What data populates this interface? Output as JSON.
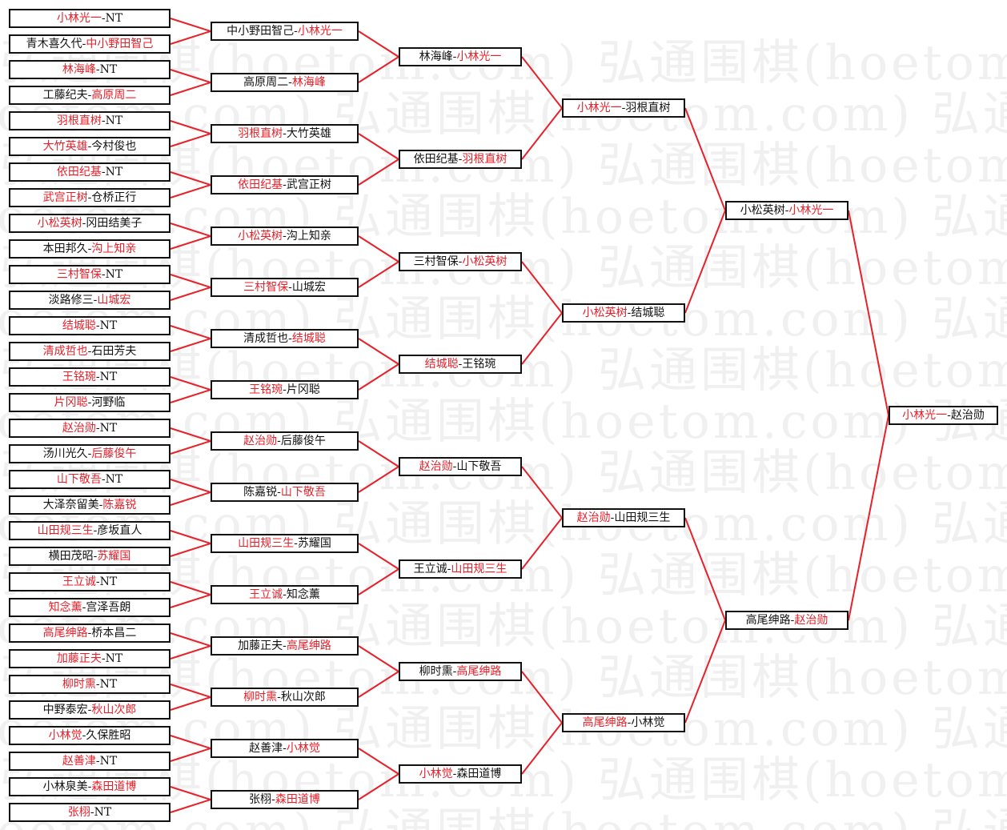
{
  "watermark": "弘通围棋(hoetom.com)",
  "colors": {
    "winner": "#e8202a",
    "line": "#e8202a",
    "loser": "#111111"
  },
  "rounds": [
    [
      {
        "left": "小林光一",
        "right": "NT",
        "winner": "left"
      },
      {
        "left": "青木喜久代",
        "right": "中小野田智己",
        "winner": "right"
      },
      {
        "left": "林海峰",
        "right": "NT",
        "winner": "left"
      },
      {
        "left": "工藤纪夫",
        "right": "高原周二",
        "winner": "right"
      },
      {
        "left": "羽根直树",
        "right": "NT",
        "winner": "left"
      },
      {
        "left": "大竹英雄",
        "right": "今村俊也",
        "winner": "left"
      },
      {
        "left": "依田纪基",
        "right": "NT",
        "winner": "left"
      },
      {
        "left": "武宫正树",
        "right": "仓桥正行",
        "winner": "left"
      },
      {
        "left": "小松英树",
        "right": "冈田结美子",
        "winner": "left"
      },
      {
        "left": "本田邦久",
        "right": "沟上知亲",
        "winner": "right"
      },
      {
        "left": "三村智保",
        "right": "NT",
        "winner": "left"
      },
      {
        "left": "淡路修三",
        "right": "山城宏",
        "winner": "right"
      },
      {
        "left": "结城聪",
        "right": "NT",
        "winner": "left"
      },
      {
        "left": "清成哲也",
        "right": "石田芳夫",
        "winner": "left"
      },
      {
        "left": "王铭琬",
        "right": "NT",
        "winner": "left"
      },
      {
        "left": "片冈聪",
        "right": "河野临",
        "winner": "left"
      },
      {
        "left": "赵治勋",
        "right": "NT",
        "winner": "left"
      },
      {
        "left": "汤川光久",
        "right": "后藤俊午",
        "winner": "right"
      },
      {
        "left": "山下敬吾",
        "right": "NT",
        "winner": "left"
      },
      {
        "left": "大泽奈留美",
        "right": "陈嘉锐",
        "winner": "right"
      },
      {
        "left": "山田规三生",
        "right": "彦坂直人",
        "winner": "left"
      },
      {
        "left": "横田茂昭",
        "right": "苏耀国",
        "winner": "right"
      },
      {
        "left": "王立诚",
        "right": "NT",
        "winner": "left"
      },
      {
        "left": "知念薰",
        "right": "宫泽吾朗",
        "winner": "left"
      },
      {
        "left": "高尾绅路",
        "right": "桥本昌二",
        "winner": "left"
      },
      {
        "left": "加藤正夫",
        "right": "NT",
        "winner": "left"
      },
      {
        "left": "柳时熏",
        "right": "NT",
        "winner": "left"
      },
      {
        "left": "中野泰宏",
        "right": "秋山次郎",
        "winner": "right"
      },
      {
        "left": "小林觉",
        "right": "久保胜昭",
        "winner": "left"
      },
      {
        "left": "赵善津",
        "right": "NT",
        "winner": "left"
      },
      {
        "left": "小林泉美",
        "right": "森田道博",
        "winner": "right"
      },
      {
        "left": "张栩",
        "right": "NT",
        "winner": "left"
      }
    ],
    [
      {
        "left": "中小野田智己",
        "right": "小林光一",
        "winner": "right"
      },
      {
        "left": "高原周二",
        "right": "林海峰",
        "winner": "right"
      },
      {
        "left": "羽根直树",
        "right": "大竹英雄",
        "winner": "left"
      },
      {
        "left": "依田纪基",
        "right": "武宫正树",
        "winner": "left"
      },
      {
        "left": "小松英树",
        "right": "沟上知亲",
        "winner": "left"
      },
      {
        "left": "三村智保",
        "right": "山城宏",
        "winner": "left"
      },
      {
        "left": "清成哲也",
        "right": "结城聪",
        "winner": "right"
      },
      {
        "left": "王铭琬",
        "right": "片冈聪",
        "winner": "left"
      },
      {
        "left": "赵治勋",
        "right": "后藤俊午",
        "winner": "left"
      },
      {
        "left": "陈嘉锐",
        "right": "山下敬吾",
        "winner": "right"
      },
      {
        "left": "山田规三生",
        "right": "苏耀国",
        "winner": "left"
      },
      {
        "left": "王立诚",
        "right": "知念薰",
        "winner": "left"
      },
      {
        "left": "加藤正夫",
        "right": "高尾绅路",
        "winner": "right"
      },
      {
        "left": "柳时熏",
        "right": "秋山次郎",
        "winner": "left"
      },
      {
        "left": "赵善津",
        "right": "小林觉",
        "winner": "right"
      },
      {
        "left": "张栩",
        "right": "森田道博",
        "winner": "right"
      }
    ],
    [
      {
        "left": "林海峰",
        "right": "小林光一",
        "winner": "right"
      },
      {
        "left": "依田纪基",
        "right": "羽根直树",
        "winner": "right"
      },
      {
        "left": "三村智保",
        "right": "小松英树",
        "winner": "right"
      },
      {
        "left": "结城聪",
        "right": "王铭琬",
        "winner": "left"
      },
      {
        "left": "赵治勋",
        "right": "山下敬吾",
        "winner": "left"
      },
      {
        "left": "王立诚",
        "right": "山田规三生",
        "winner": "right"
      },
      {
        "left": "柳时熏",
        "right": "高尾绅路",
        "winner": "right"
      },
      {
        "left": "小林觉",
        "right": "森田道博",
        "winner": "left"
      }
    ],
    [
      {
        "left": "小林光一",
        "right": "羽根直树",
        "winner": "left"
      },
      {
        "left": "小松英树",
        "right": "结城聪",
        "winner": "left"
      },
      {
        "left": "赵治勋",
        "right": "山田规三生",
        "winner": "left"
      },
      {
        "left": "高尾绅路",
        "right": "小林觉",
        "winner": "left"
      }
    ],
    [
      {
        "left": "小松英树",
        "right": "小林光一",
        "winner": "right"
      },
      {
        "left": "高尾绅路",
        "right": "赵治勋",
        "winner": "right"
      }
    ],
    [
      {
        "left": "小林光一",
        "right": "赵治勋",
        "winner": "left"
      }
    ]
  ]
}
